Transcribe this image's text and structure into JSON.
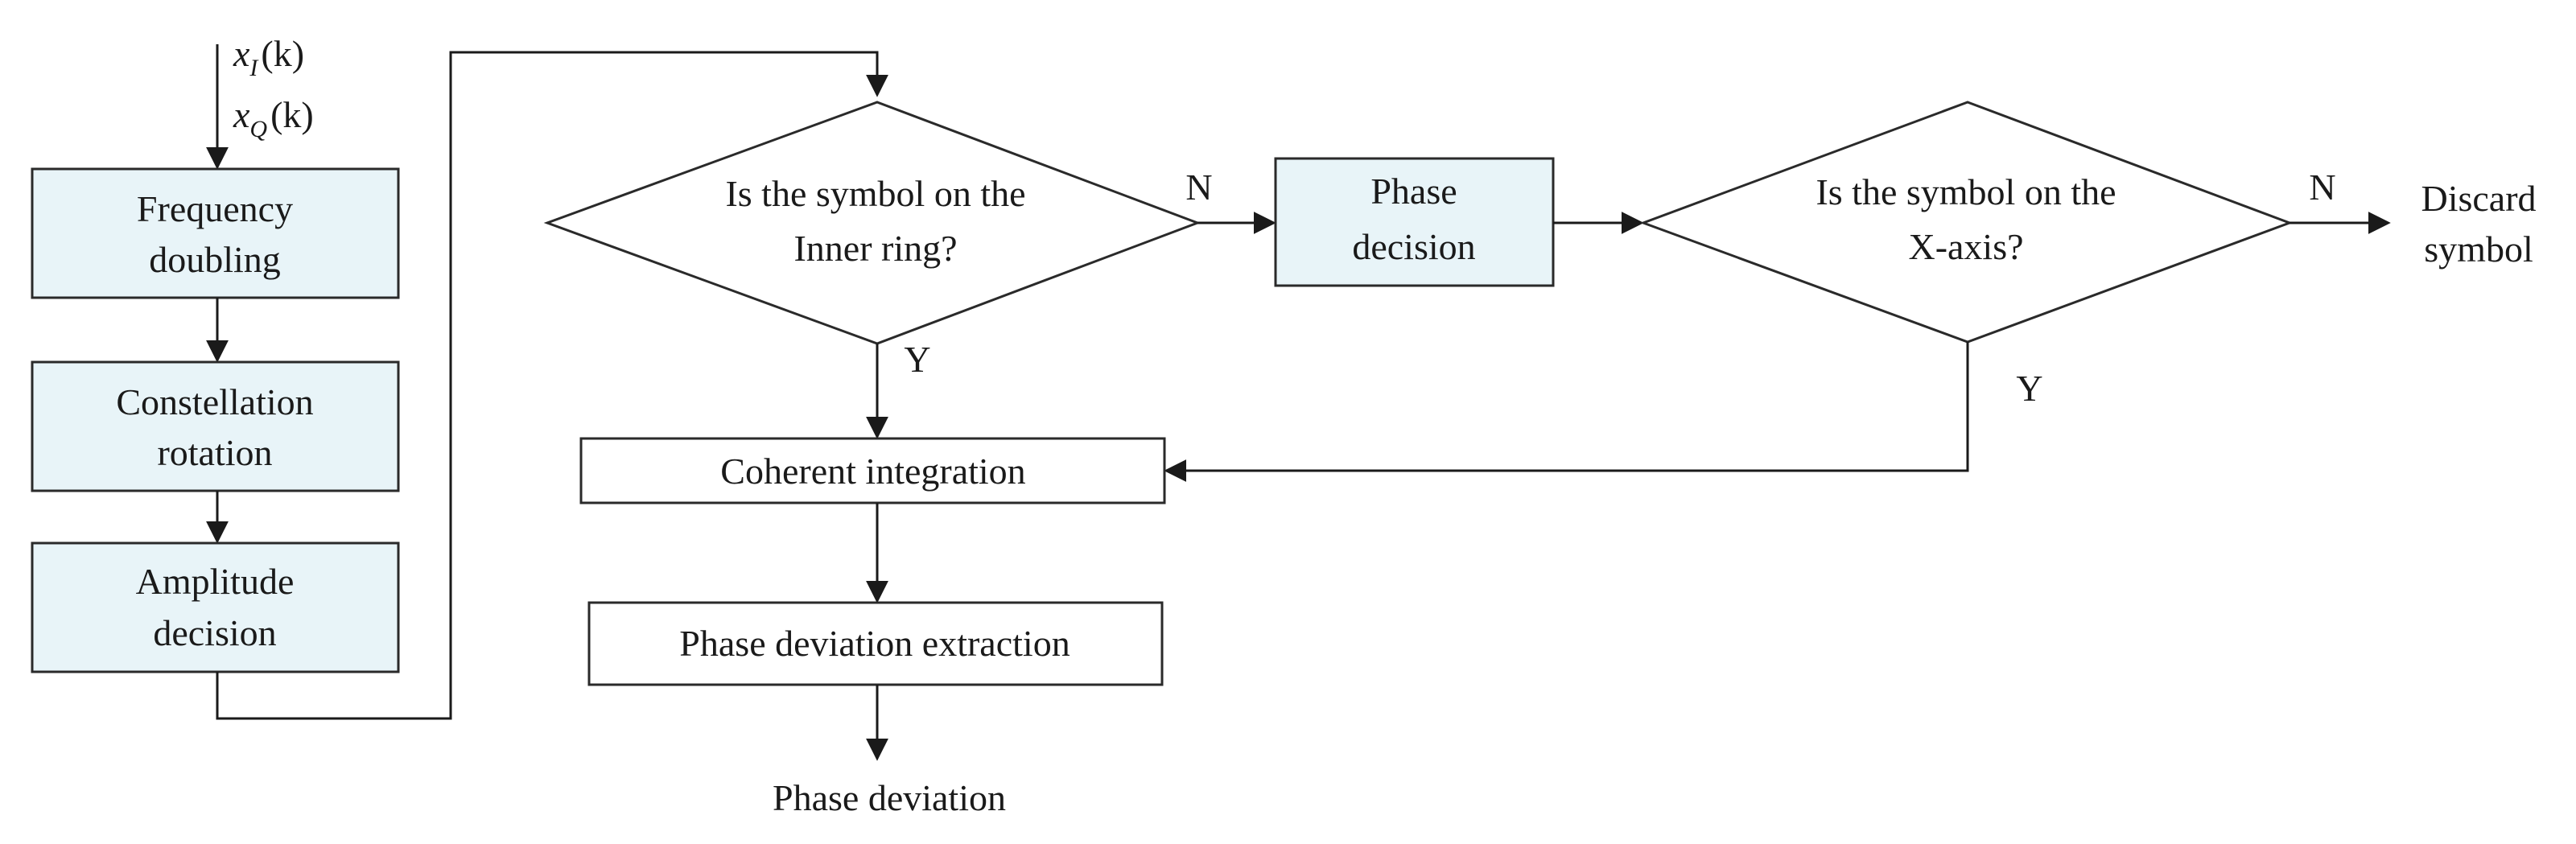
{
  "colors": {
    "shaded_fill": "#e8f4f8",
    "plain_fill": "#ffffff",
    "stroke": "#1a1a1a"
  },
  "inputs": {
    "xI": {
      "base": "x",
      "sub": "I",
      "arg": "(k)"
    },
    "xQ": {
      "base": "x",
      "sub": "Q",
      "arg": "(k)"
    }
  },
  "boxes": {
    "frequency_doubling": [
      "Frequency",
      "doubling"
    ],
    "constellation_rotation": [
      "Constellation",
      "rotation"
    ],
    "amplitude_decision": [
      "Amplitude",
      "decision"
    ],
    "phase_decision": [
      "Phase",
      "decision"
    ],
    "coherent_integration": "Coherent integration",
    "phase_deviation_extraction": "Phase deviation extraction"
  },
  "decisions": {
    "inner_ring": [
      "Is the symbol on the",
      "Inner ring?"
    ],
    "x_axis": [
      "Is the symbol on the",
      "X-axis?"
    ]
  },
  "branch_labels": {
    "inner_no": "N",
    "inner_yes": "Y",
    "xaxis_no": "N",
    "xaxis_yes": "Y"
  },
  "outputs": {
    "discard": [
      "Discard",
      "symbol"
    ],
    "phase_deviation": "Phase deviation"
  }
}
